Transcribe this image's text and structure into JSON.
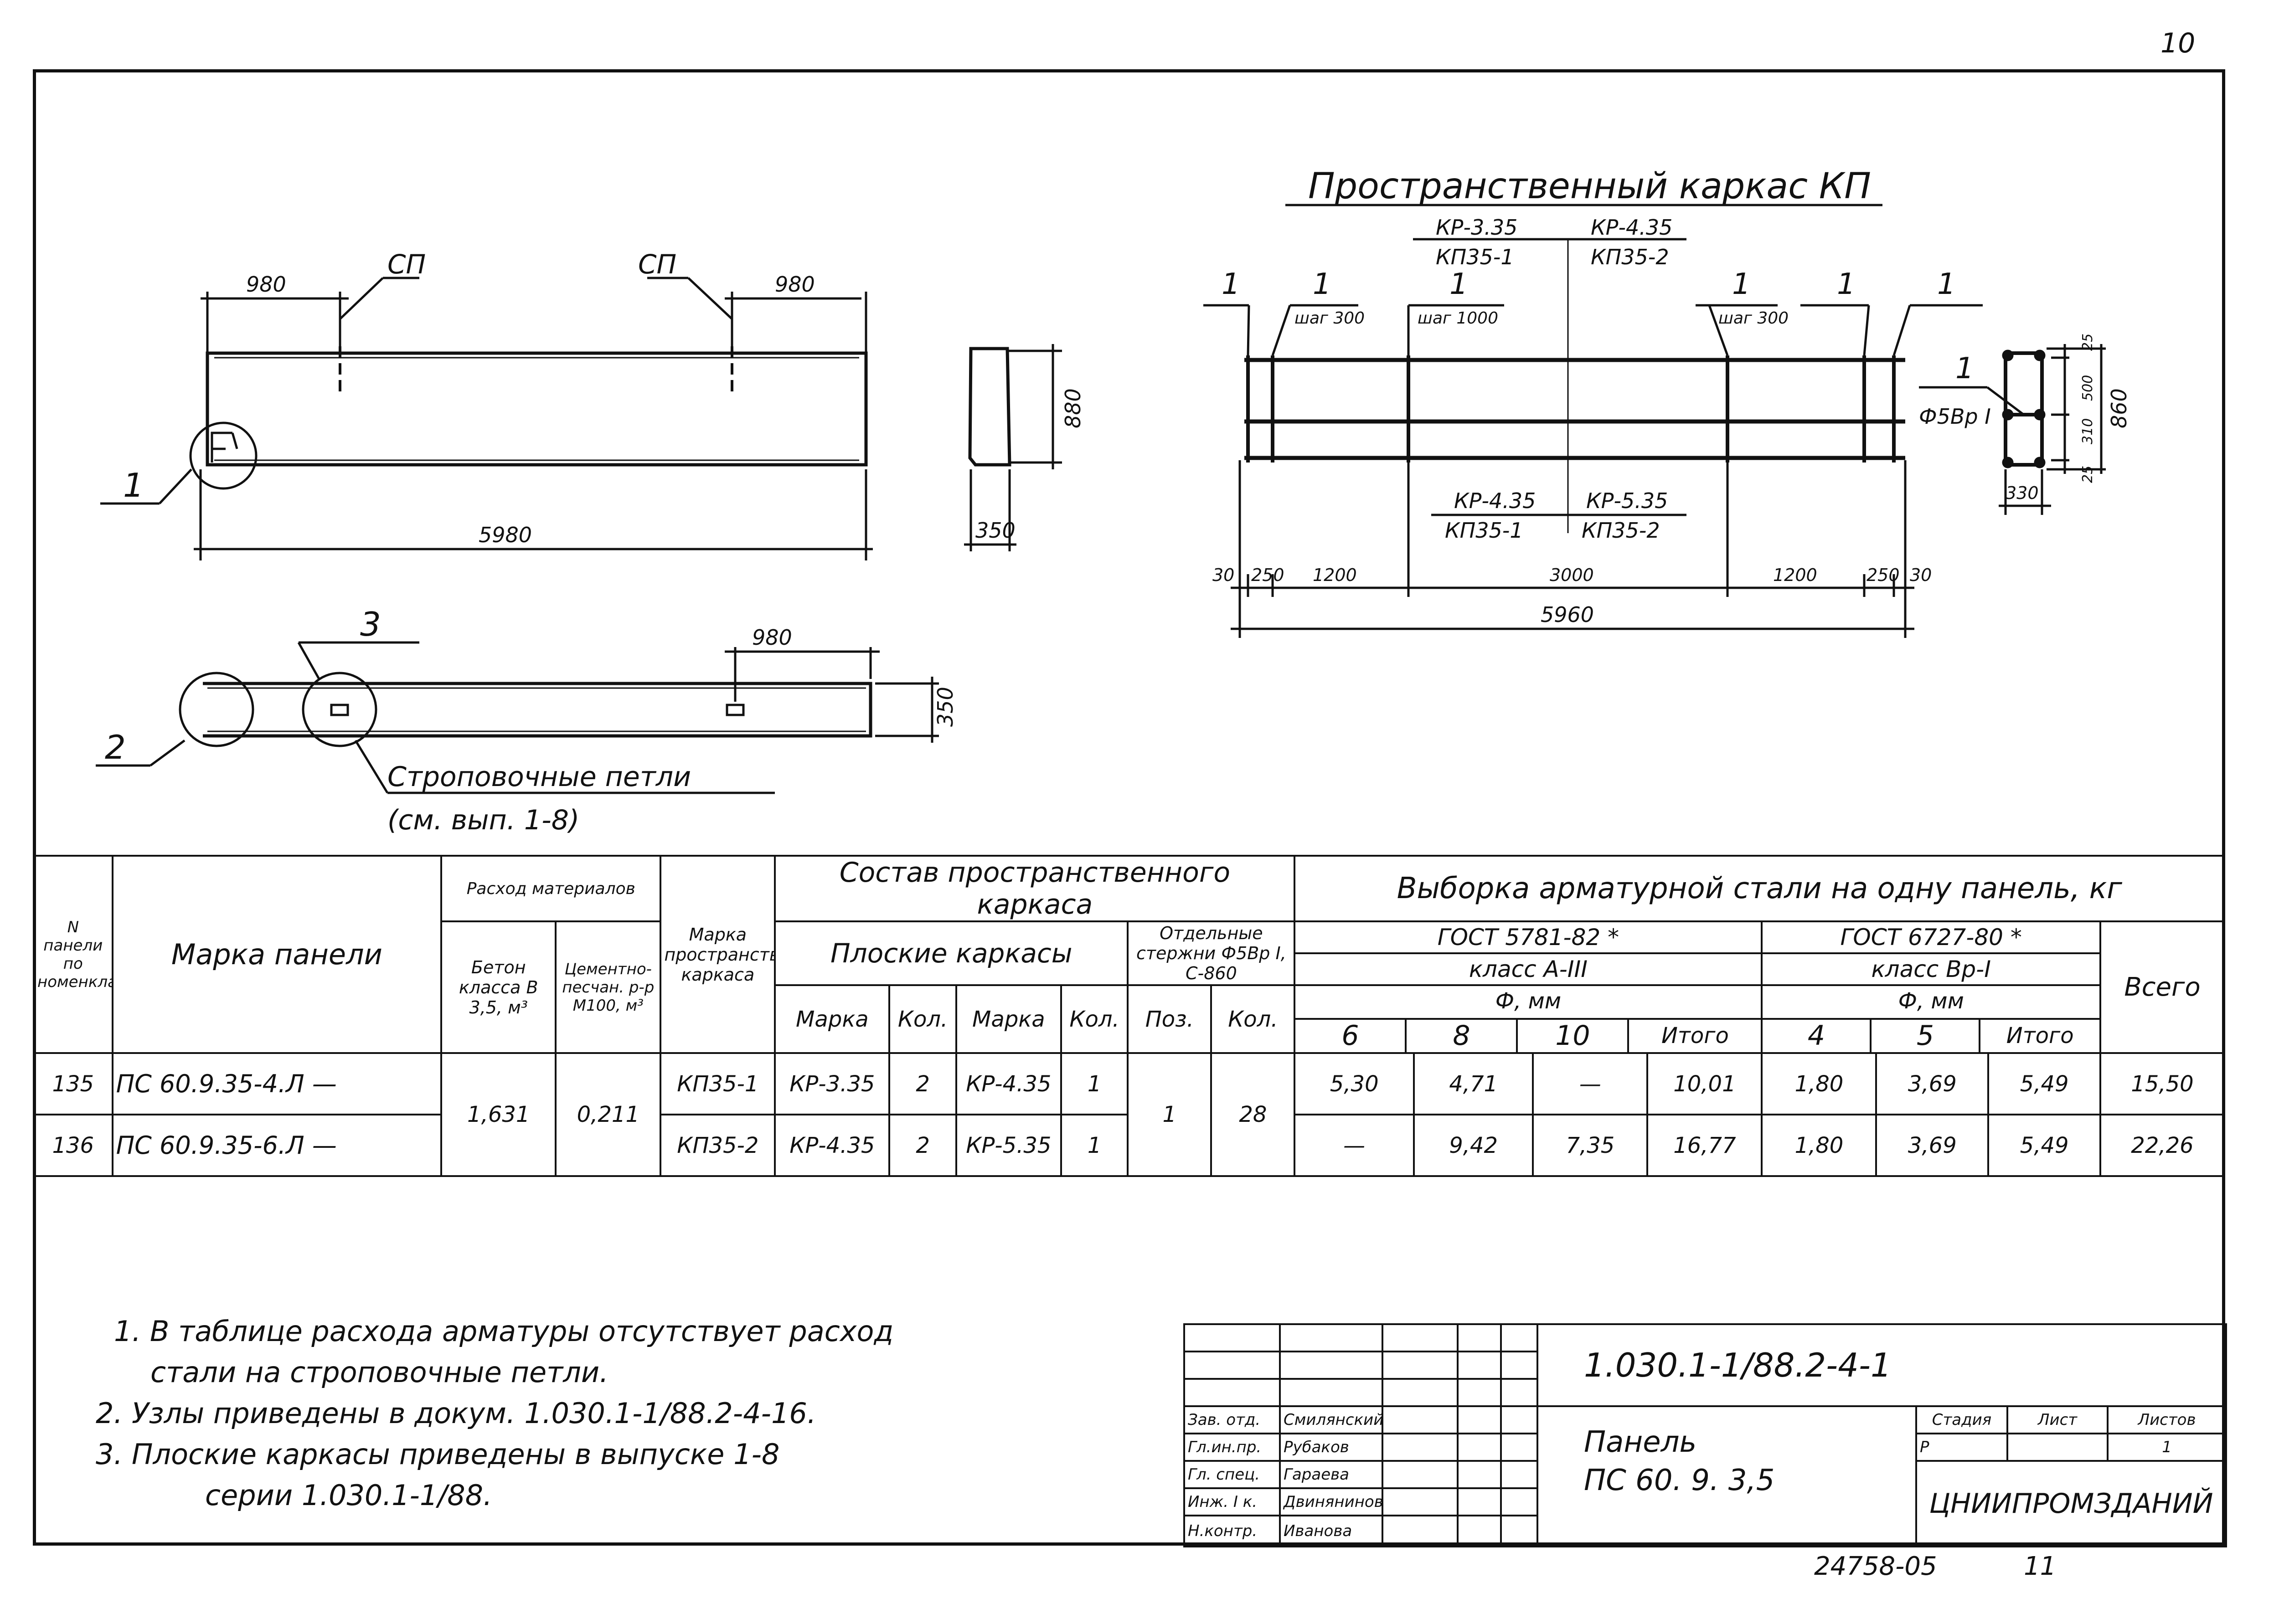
{
  "page_number": "10",
  "bottom": {
    "code": "24758-05",
    "sheet": "11"
  },
  "drawing": {
    "panel_view": {
      "dim_left": "980",
      "dim_right": "980",
      "len": "5980",
      "height": "880",
      "thick": "350",
      "label_sp_left": "СП",
      "label_sp_right": "СП",
      "callout_1": "1"
    },
    "panel_view_2": {
      "dim": "980",
      "thick": "350",
      "callout_2": "2",
      "callout_3": "3",
      "loops_label": "Строповочные петли",
      "loops_ref": "(см. вып. 1-8)"
    },
    "cage": {
      "title": "Пространственный каркас КП",
      "top_left": "КР-3.35",
      "top_right": "КР-4.35",
      "top_left_sub": "КП35-1",
      "top_right_sub": "КП35-2",
      "bot_left": "КР-4.35",
      "bot_right": "КР-5.35",
      "bot_left_sub": "КП35-1",
      "bot_right_sub": "КП35-2",
      "step300a": "шаг 300",
      "step1000": "шаг 1000",
      "step300b": "шаг 300",
      "dims": [
        "30",
        "250",
        "1200",
        "3000",
        "1200",
        "250",
        "30"
      ],
      "total": "5960",
      "bar_label": "Ф5Вр I",
      "section_dims": [
        "25",
        "500",
        "310",
        "25"
      ],
      "section_total": "860",
      "section_width": "330",
      "callouts": [
        "1",
        "1",
        "1",
        "1",
        "1",
        "1"
      ]
    }
  },
  "table": {
    "h_no": "N панели по номенклатуре",
    "h_mark": "Марка панели",
    "h_mat": "Расход материалов",
    "h_concrete": "Бетон класса В 3,5, м³",
    "h_mortar": "Цементно-песчан. р-р М100, м³",
    "h_cage_mark": "Марка пространственного каркаса",
    "h_comp": "Состав пространственного каркаса",
    "h_flat": "Плоские каркасы",
    "h_sep": "Отдельные стержни Ф5Вр I, С-860",
    "h_mk1": "Марка",
    "h_k1": "Кол.",
    "h_mk2": "Марка",
    "h_k2": "Кол.",
    "h_pos": "Поз.",
    "h_k3": "Кол.",
    "h_steel": "Выборка арматурной стали на одну панель, кг",
    "h_gost1": "ГОСТ 5781-82 *",
    "h_class1": "класс А-III",
    "h_phi1": "Ф, мм",
    "h_gost2": "ГОСТ 6727-80 *",
    "h_class2": "класс Вр-I",
    "h_phi2": "Ф, мм",
    "h_d6": "6",
    "h_d8": "8",
    "h_d10": "10",
    "h_tot1": "Итого",
    "h_d4": "4",
    "h_d5": "5",
    "h_tot2": "Итого",
    "h_all": "Всего",
    "rows": [
      {
        "no": "135",
        "mark": "ПС 60.9.35-4.Л —",
        "cage": "КП35-1",
        "mk1": "КР-3.35",
        "k1": "2",
        "mk2": "КР-4.35",
        "k2": "1",
        "d6": "5,30",
        "d8": "4,71",
        "d10": "—",
        "t1": "10,01",
        "d4": "1,80",
        "d5": "3,69",
        "t2": "5,49",
        "all": "15,50"
      },
      {
        "no": "136",
        "mark": "ПС 60.9.35-6.Л —",
        "cage": "КП35-2",
        "mk1": "КР-4.35",
        "k1": "2",
        "mk2": "КР-5.35",
        "k2": "1",
        "d6": "—",
        "d8": "9,42",
        "d10": "7,35",
        "t1": "16,77",
        "d4": "1,80",
        "d5": "3,69",
        "t2": "5,49",
        "all": "22,26"
      }
    ],
    "concrete": "1,631",
    "mortar": "0,211",
    "pos": "1",
    "k3": "28"
  },
  "notes": [
    "1. В таблице расхода арматуры отсутствует расход",
    "стали на строповочные петли.",
    "2. Узлы приведены в докум. 1.030.1-1/88.2-4-16.",
    "3. Плоские каркасы приведены в выпуске 1-8",
    "серии 1.030.1-1/88."
  ],
  "stamp": {
    "code": "1.030.1-1/88.2-4-1",
    "title1": "Панель",
    "title2": "ПС 60. 9. 3,5",
    "stage_h": "Стадия",
    "sheet_h": "Лист",
    "sheets_h": "Листов",
    "stage": "Р",
    "sheets": "1",
    "org": "ЦНИИПРОМЗДАНИЙ",
    "people": [
      {
        "role": "Зав. отд.",
        "name": "Смилянский"
      },
      {
        "role": "Гл.ин.пр.",
        "name": "Рубаков"
      },
      {
        "role": "Гл. спец.",
        "name": "Гараева"
      },
      {
        "role": "Инж. I к.",
        "name": "Двинянинова"
      },
      {
        "role": "Н.контр.",
        "name": "Иванова"
      }
    ]
  }
}
